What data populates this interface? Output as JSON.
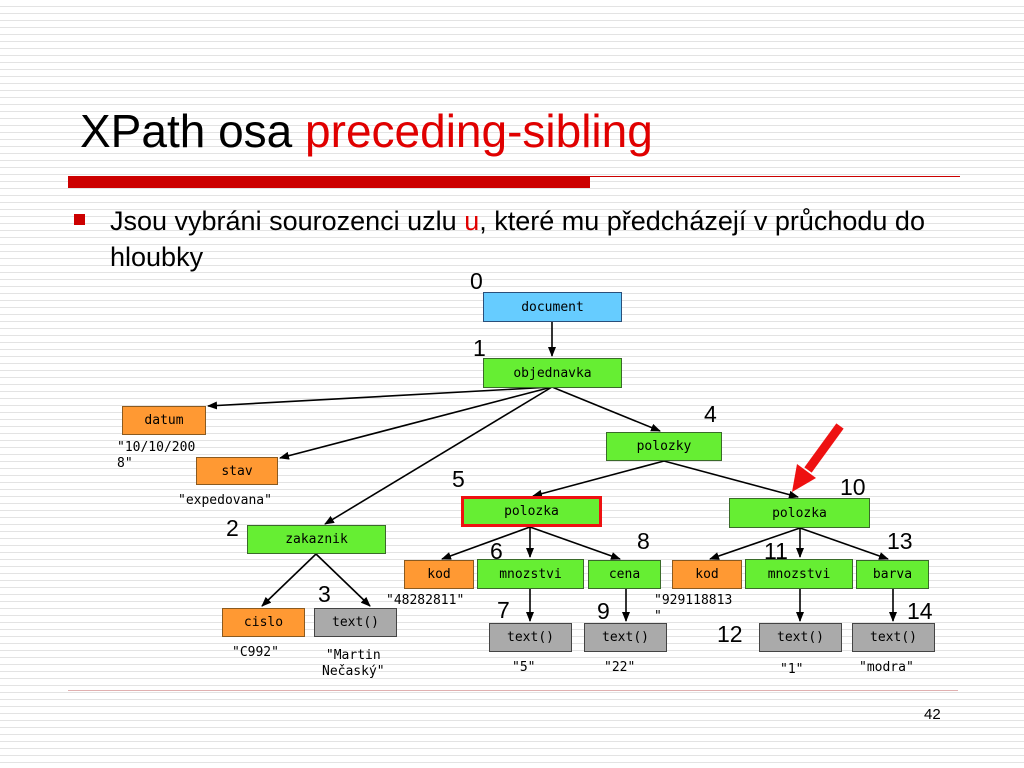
{
  "slide": {
    "title_main": "XPath osa ",
    "title_accent": "preceding-sibling",
    "bullet_pre": "Jsou vybráni sourozenci uzlu ",
    "bullet_accent": "u",
    "bullet_post": ", které mu předcházejí v průchodu do hloubky",
    "page_number": "42"
  },
  "colors": {
    "accent": "#e00000",
    "root_node": "#66ccff",
    "element_node": "#66ee33",
    "leaf_element_node": "#ff9933",
    "text_node": "#aaaaaa",
    "highlight": "#ee1111"
  },
  "tree": {
    "document": "document",
    "objednavka": "objednavka",
    "datum": "datum",
    "stav": "stav",
    "polozky": "polozky",
    "zakaznik": "zakaznik",
    "polozka1": "polozka",
    "polozka2": "polozka",
    "cislo": "cislo",
    "text_name": "text()",
    "kod1": "kod",
    "mnozstvi1": "mnozstvi",
    "cena": "cena",
    "kod2": "kod",
    "mnozstvi2": "mnozstvi",
    "barva": "barva",
    "text_mnozstvi1": "text()",
    "text_cena": "text()",
    "text_mnozstvi2": "text()",
    "text_barva": "text()"
  },
  "numbers": {
    "n0": "0",
    "n1": "1",
    "n2": "2",
    "n3": "3",
    "n4": "4",
    "n5": "5",
    "n6": "6",
    "n7": "7",
    "n8": "8",
    "n9": "9",
    "n10": "10",
    "n11": "11",
    "n12": "12",
    "n13": "13",
    "n14": "14"
  },
  "values": {
    "datum": "\"10/10/200\n8\"",
    "stav": "\"expedovana\"",
    "cislo": "\"C992\"",
    "jmeno": "\"Martin\nNečaský\"",
    "kod1": "\"48282811\"",
    "kod2": "\"929118813\n\"",
    "mnozstvi1": "\"5\"",
    "cena": "\"22\"",
    "mnozstvi2": "\"1\"",
    "barva": "\"modra\""
  }
}
